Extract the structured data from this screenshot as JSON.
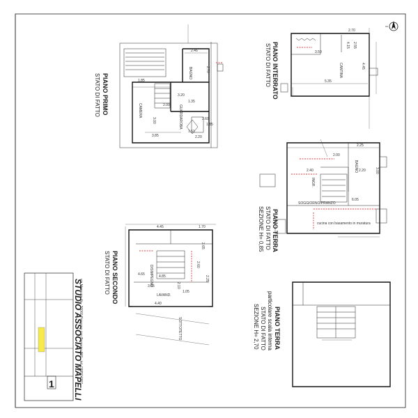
{
  "plans": {
    "primo": {
      "title": "PIANO PRIMO",
      "subtitle": "STATO DI FATTO",
      "rooms": [
        "CAMERA",
        "BAGNO",
        "GUARDAROBA"
      ],
      "dims": [
        "2.46",
        "1.85",
        "3.00",
        "3.85",
        "2.00",
        "1.35",
        "3.20",
        "1.85",
        "2.70",
        "2.60",
        "1.51",
        "2.20"
      ]
    },
    "interrato": {
      "title": "PIANO INTERRATO",
      "subtitle": "STATO DI FATTO",
      "rooms": [
        "CANTINA"
      ],
      "dims": [
        "2.70",
        "3.50",
        "4.45",
        "5.35",
        "4.15",
        "2.55"
      ]
    },
    "terra1": {
      "title": "PIANO TERRA",
      "subtitle": "STATO DI FATTO",
      "section": "SEZIONE H= 0,85",
      "rooms": [
        "BAGNO",
        "SOGGIORNO/PRANZO",
        "INGR."
      ],
      "note": "cucina con basamento in muratura",
      "dims": [
        "2.25",
        "2.00",
        "3.00",
        "6.05",
        "2.40",
        "2.20"
      ]
    },
    "secondo": {
      "title": "PIANO SECONDO",
      "subtitle": "STATO DI FATTO",
      "rooms": [
        "LAVAND.",
        "SOTTOTETTO",
        "DISIMPEGNO"
      ],
      "dims": [
        "4.45",
        "1.70",
        "2.65",
        "3.55",
        "4.85",
        "4.40",
        "2.60",
        "1.05",
        "2.25",
        "2.10",
        "4.65"
      ]
    },
    "terra2": {
      "title": "PIANO TERRA",
      "subtitle2": "particolare scala interna",
      "subtitle": "STATO DI FATTO",
      "section": "SEZIONE H= 2,70"
    }
  },
  "studio": {
    "name": "STUDIO ASSOCIATO MAPELLI",
    "address": "via Mercurio 4b - 20060 Pessano con Bornago (MI) - tel. 029504267",
    "sheet_number": "1"
  },
  "colors": {
    "ink": "#111111",
    "red": "#cc0000",
    "yellow": "#f7e94a"
  }
}
